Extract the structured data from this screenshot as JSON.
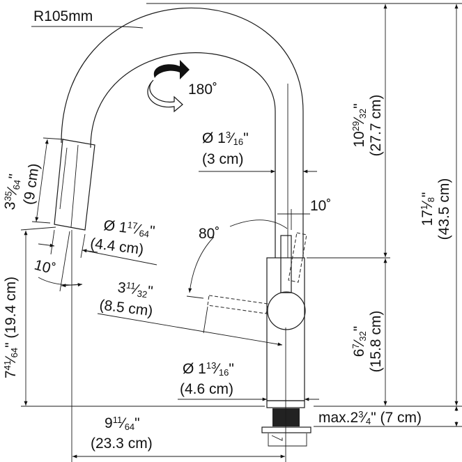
{
  "radius_label": "R105mm",
  "rotation_label": "180˚",
  "angles": {
    "spray_tilt": "10˚",
    "lever_tilt": "10˚",
    "lever_swing": "80˚"
  },
  "dims": {
    "pipe_diameter": {
      "prefix": "Ø ",
      "whole": "1",
      "num": "3",
      "den": "16",
      "metric": "(3 cm)"
    },
    "spray_head_length": {
      "prefix": "",
      "whole": "3",
      "num": "35",
      "den": "64",
      "metric": "(9 cm)"
    },
    "spray_head_diameter": {
      "prefix": "Ø ",
      "whole": "1",
      "num": "17",
      "den": "64",
      "metric": "(4.4 cm)"
    },
    "lever_length": {
      "prefix": "",
      "whole": "3",
      "num": "11",
      "den": "32",
      "metric": "(8.5 cm)"
    },
    "body_diameter": {
      "prefix": "Ø ",
      "whole": "1",
      "num": "13",
      "den": "16",
      "metric": "(4.6 cm)"
    },
    "upper_height": {
      "prefix": "",
      "whole": "10",
      "num": "29",
      "den": "32",
      "metric": "(27.7 cm)"
    },
    "total_height": {
      "prefix": "",
      "whole": "17",
      "num": "1",
      "den": "8",
      "metric": "(43.5 cm)"
    },
    "body_height": {
      "prefix": "",
      "whole": "6",
      "num": "7",
      "den": "32",
      "metric": "(15.8 cm)"
    },
    "spout_height": {
      "prefix": "",
      "whole": "7",
      "num": "41",
      "den": "64",
      "metric": "(19.4 cm)"
    },
    "reach": {
      "prefix": "",
      "whole": "9",
      "num": "11",
      "den": "64",
      "metric": "(23.3 cm)"
    }
  },
  "deck_thickness": {
    "prefix": "max.",
    "whole": "2",
    "num": "3",
    "den": "4",
    "metric": "(7 cm)"
  }
}
